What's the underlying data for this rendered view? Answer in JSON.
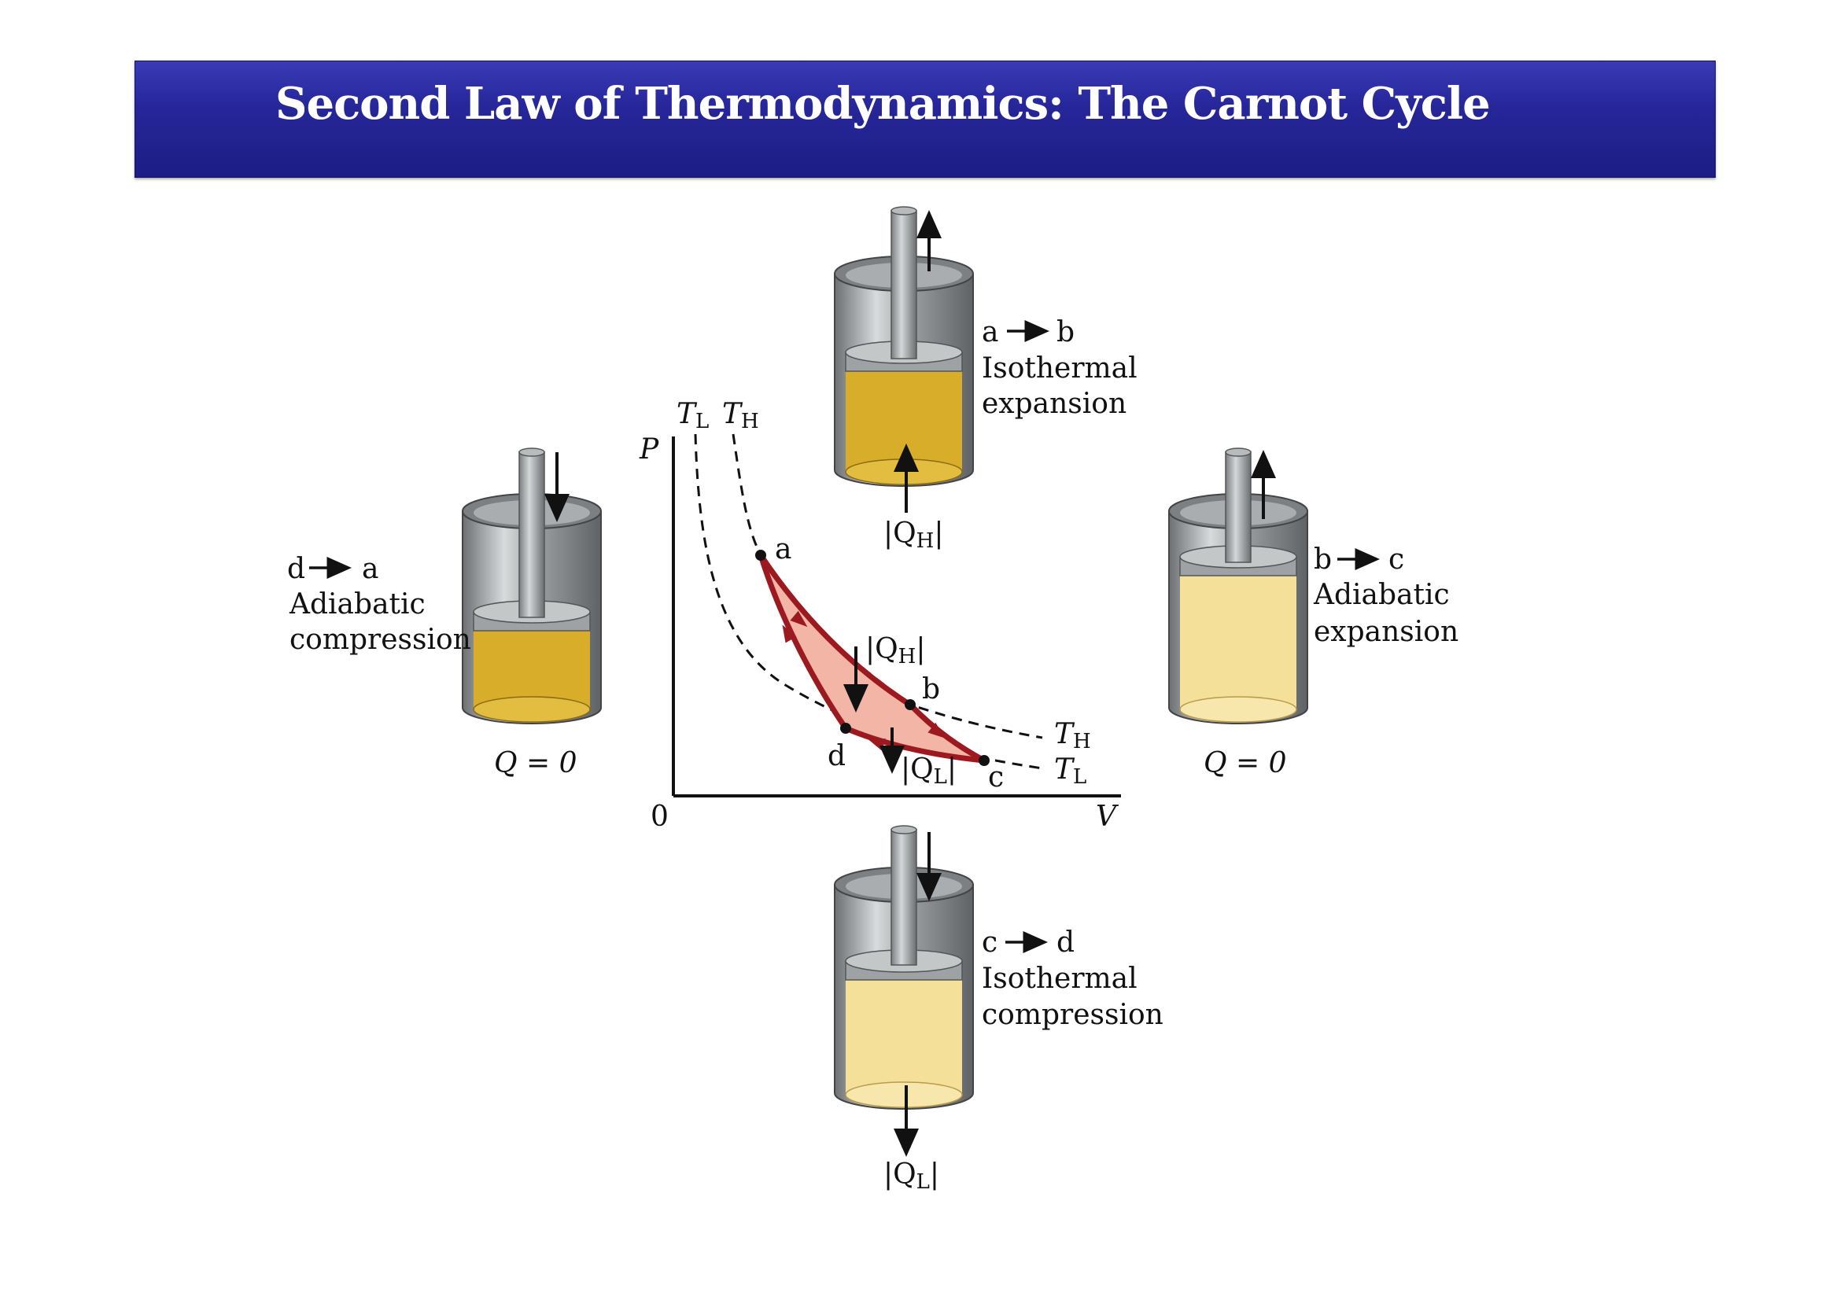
{
  "title": "Second Law of Thermodynamics: The Carnot Cycle",
  "stages": {
    "ab": {
      "from": "a",
      "to": "b",
      "process": "Isothermal",
      "kind": "expansion",
      "heat": "|Q",
      "heat_sub": "H",
      "heat_close": "|"
    },
    "bc": {
      "from": "b",
      "to": "c",
      "process": "Adiabatic",
      "kind": "expansion",
      "heat": "Q = 0"
    },
    "cd": {
      "from": "c",
      "to": "d",
      "process": "Isothermal",
      "kind": "compression",
      "heat": "|Q",
      "heat_sub": "L",
      "heat_close": "|"
    },
    "da": {
      "from": "d",
      "to": "a",
      "process": "Adiabatic",
      "kind": "compression",
      "heat": "Q = 0"
    }
  },
  "pv_diagram": {
    "y_axis": "P",
    "x_axis": "V",
    "origin": "0",
    "isotherm_low": {
      "T": "T",
      "sub": "L"
    },
    "isotherm_high": {
      "T": "T",
      "sub": "H"
    },
    "points": {
      "a": "a",
      "b": "b",
      "c": "c",
      "d": "d"
    },
    "qh": {
      "open": "|Q",
      "sub": "H",
      "close": "|"
    },
    "ql": {
      "open": "|Q",
      "sub": "L",
      "close": "|"
    }
  },
  "colors": {
    "title_bg": "#262699",
    "cycle_line": "#9c1a1f",
    "cycle_fill": "#f2b5a6",
    "gas_hot": "#d8ad2a",
    "gas_cool": "#f5e09a",
    "metal": "#8e9396"
  }
}
